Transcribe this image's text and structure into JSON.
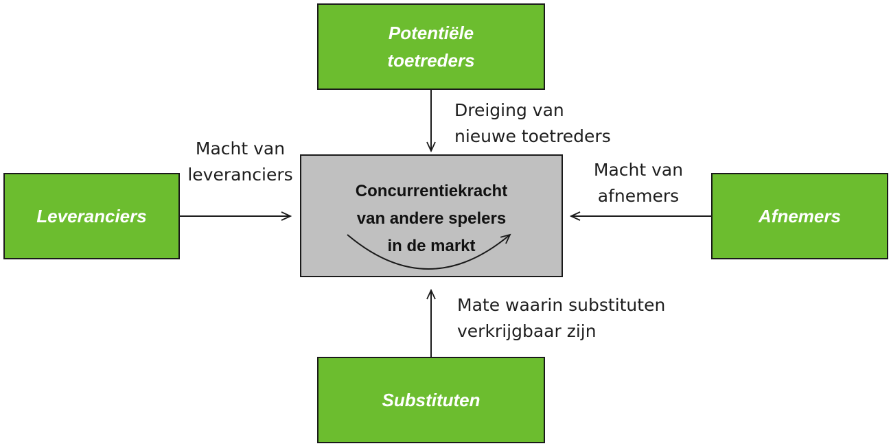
{
  "nodes": {
    "potentiele_toetreders": [
      "Potentiële",
      "toetreders"
    ],
    "leveranciers": "Leveranciers",
    "afnemers": "Afnemers",
    "substituten": "Substituten",
    "center": [
      "Concurrentiekracht",
      "van andere spelers",
      "in de markt"
    ]
  },
  "edges": {
    "top": [
      "Dreiging van",
      "nieuwe toetreders"
    ],
    "left": [
      "Macht van",
      "leveranciers"
    ],
    "right": [
      "Macht van",
      "afnemers"
    ],
    "bottom": [
      "Mate waarin substituten",
      "verkrijgbaar zijn"
    ]
  },
  "colors": {
    "node_green": "#6cbd2f",
    "center_gray": "#c0c0c0",
    "border": "#1a1a1a"
  }
}
